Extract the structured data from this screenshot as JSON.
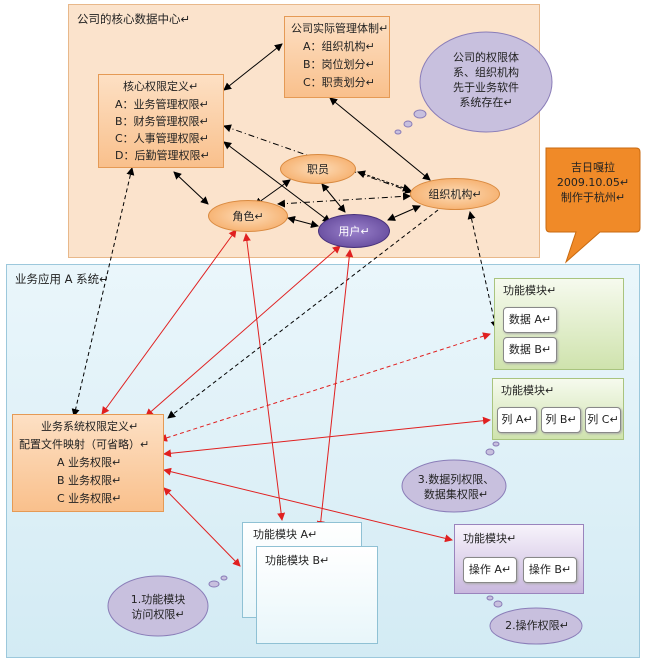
{
  "data_center": {
    "title": "公司的核心数据中心↵",
    "org_system": {
      "title": "公司实际管理体制↵",
      "items": [
        "A：组织机构↵",
        "B：岗位划分↵",
        "C：职责划分↵"
      ]
    },
    "core_permission": {
      "title": "核心权限定义↵",
      "items": [
        "A：业务管理权限↵",
        "B：财务管理权限↵",
        "C：人事管理权限↵",
        "D：后勤管理权限↵"
      ]
    },
    "entities": {
      "staff": "职员",
      "org": "组织机构↵",
      "role": "角色↵",
      "user": "用户↵"
    },
    "cloud_note": [
      "公司的权限体",
      "系、组织机构",
      "先于业务软件",
      "系统存在↵"
    ],
    "author_note": [
      "吉日嘎拉",
      "2009.10.05↵",
      "制作于杭州↵"
    ]
  },
  "business_app": {
    "title": "业务应用 A 系统↵",
    "permission_box": {
      "lines": [
        "业务系统权限定义↵",
        "配置文件映射（可省略）↵",
        "A 业务权限↵",
        "B 业务权限↵",
        "C 业务权限↵"
      ]
    },
    "module_data": {
      "title": "功能模块↵",
      "chips": [
        "数据 A↵",
        "数据 B↵"
      ]
    },
    "module_columns": {
      "title": "功能模块↵",
      "chips": [
        "列 A↵",
        "列 B↵",
        "列 C↵"
      ]
    },
    "module_a": {
      "title": "功能模块 A↵"
    },
    "module_b": {
      "title": "功能模块 B↵"
    },
    "module_ops": {
      "title": "功能模块↵",
      "chips": [
        "操作 A↵",
        "操作 B↵"
      ]
    },
    "cloud_data_perm": [
      "3.数据列权限、",
      "数据集权限↵"
    ],
    "cloud_module_access": [
      "1.功能模块",
      "访问权限↵"
    ],
    "cloud_op_perm": [
      "2.操作权限↵"
    ]
  },
  "colors": {
    "orange_fill": "#f9c08c",
    "user_fill": "#6d4fa3",
    "cloud_fill": "#c8c0de",
    "callout_fill": "#f08a28",
    "red_arrow": "#e02020",
    "black_arrow": "#000000"
  }
}
